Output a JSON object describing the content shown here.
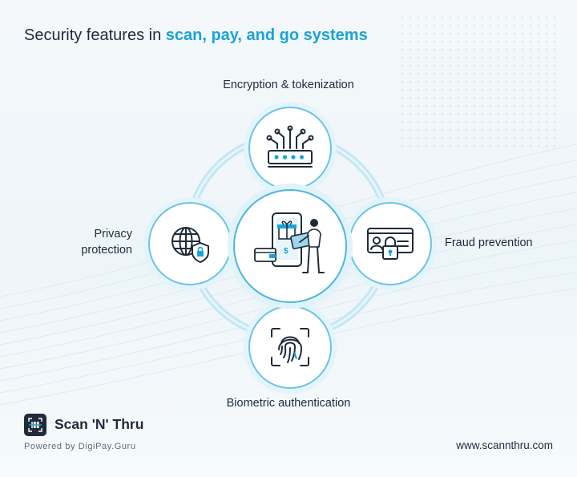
{
  "title": {
    "prefix": "Security features in ",
    "highlight": "scan, pay, and go systems"
  },
  "features": {
    "top": {
      "label": "Encryption & tokenization",
      "icon": "encryption-chip-icon"
    },
    "right": {
      "label": "Fraud prevention",
      "icon": "fraud-id-card-lock-icon"
    },
    "bottom": {
      "label": "Biometric authentication",
      "icon": "fingerprint-scan-icon"
    },
    "left": {
      "label": "Privacy protection",
      "icon": "globe-lock-icon"
    },
    "center": {
      "icon": "mobile-payment-illustration"
    }
  },
  "brand": {
    "name": "Scan 'N' Thru",
    "tagline": "Powered by DigiPay.Guru",
    "icon": "barcode-scanner-logo-icon"
  },
  "website": "www.scannthru.com",
  "colors": {
    "accent": "#1aa3d9",
    "ring": "#bfe4f3",
    "node_border": "#6cc4e6",
    "text": "#1f2b3a"
  }
}
